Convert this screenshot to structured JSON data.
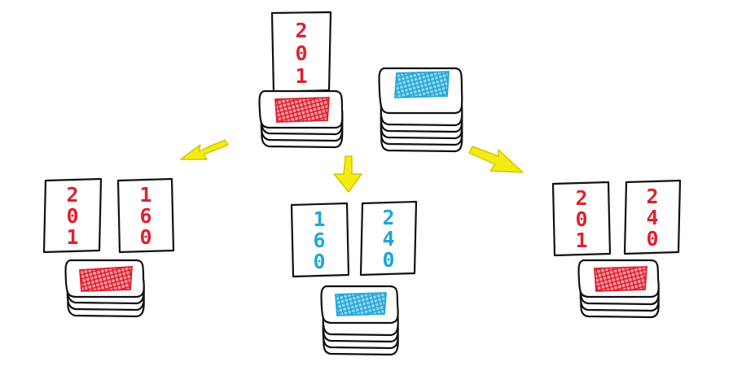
{
  "colors": {
    "red": "#e0202e",
    "blue": "#1ea7d8",
    "yellow": "#f2ec12",
    "outline": "#111111"
  },
  "top": {
    "card": {
      "digits": [
        "2",
        "0",
        "1"
      ],
      "color": "red"
    },
    "red_deck": {
      "color": "red",
      "layers": 4
    },
    "blue_deck": {
      "color": "blue",
      "layers": 6
    }
  },
  "arrows": [
    {
      "name": "arrow-left",
      "direction": "down-left",
      "color": "yellow"
    },
    {
      "name": "arrow-center",
      "direction": "down",
      "color": "yellow"
    },
    {
      "name": "arrow-right",
      "direction": "down-right",
      "color": "yellow"
    }
  ],
  "outcomes": [
    {
      "name": "left",
      "cards": [
        {
          "digits": [
            "2",
            "0",
            "1"
          ],
          "color": "red"
        },
        {
          "digits": [
            "1",
            "6",
            "0"
          ],
          "color": "red"
        }
      ],
      "deck": {
        "color": "red",
        "layers": 4
      }
    },
    {
      "name": "center",
      "cards": [
        {
          "digits": [
            "1",
            "6",
            "0"
          ],
          "color": "blue"
        },
        {
          "digits": [
            "2",
            "4",
            "0"
          ],
          "color": "blue"
        }
      ],
      "deck": {
        "color": "blue",
        "layers": 5
      }
    },
    {
      "name": "right",
      "cards": [
        {
          "digits": [
            "2",
            "0",
            "1"
          ],
          "color": "red"
        },
        {
          "digits": [
            "2",
            "4",
            "0"
          ],
          "color": "red"
        }
      ],
      "deck": {
        "color": "red",
        "layers": 4
      }
    }
  ]
}
